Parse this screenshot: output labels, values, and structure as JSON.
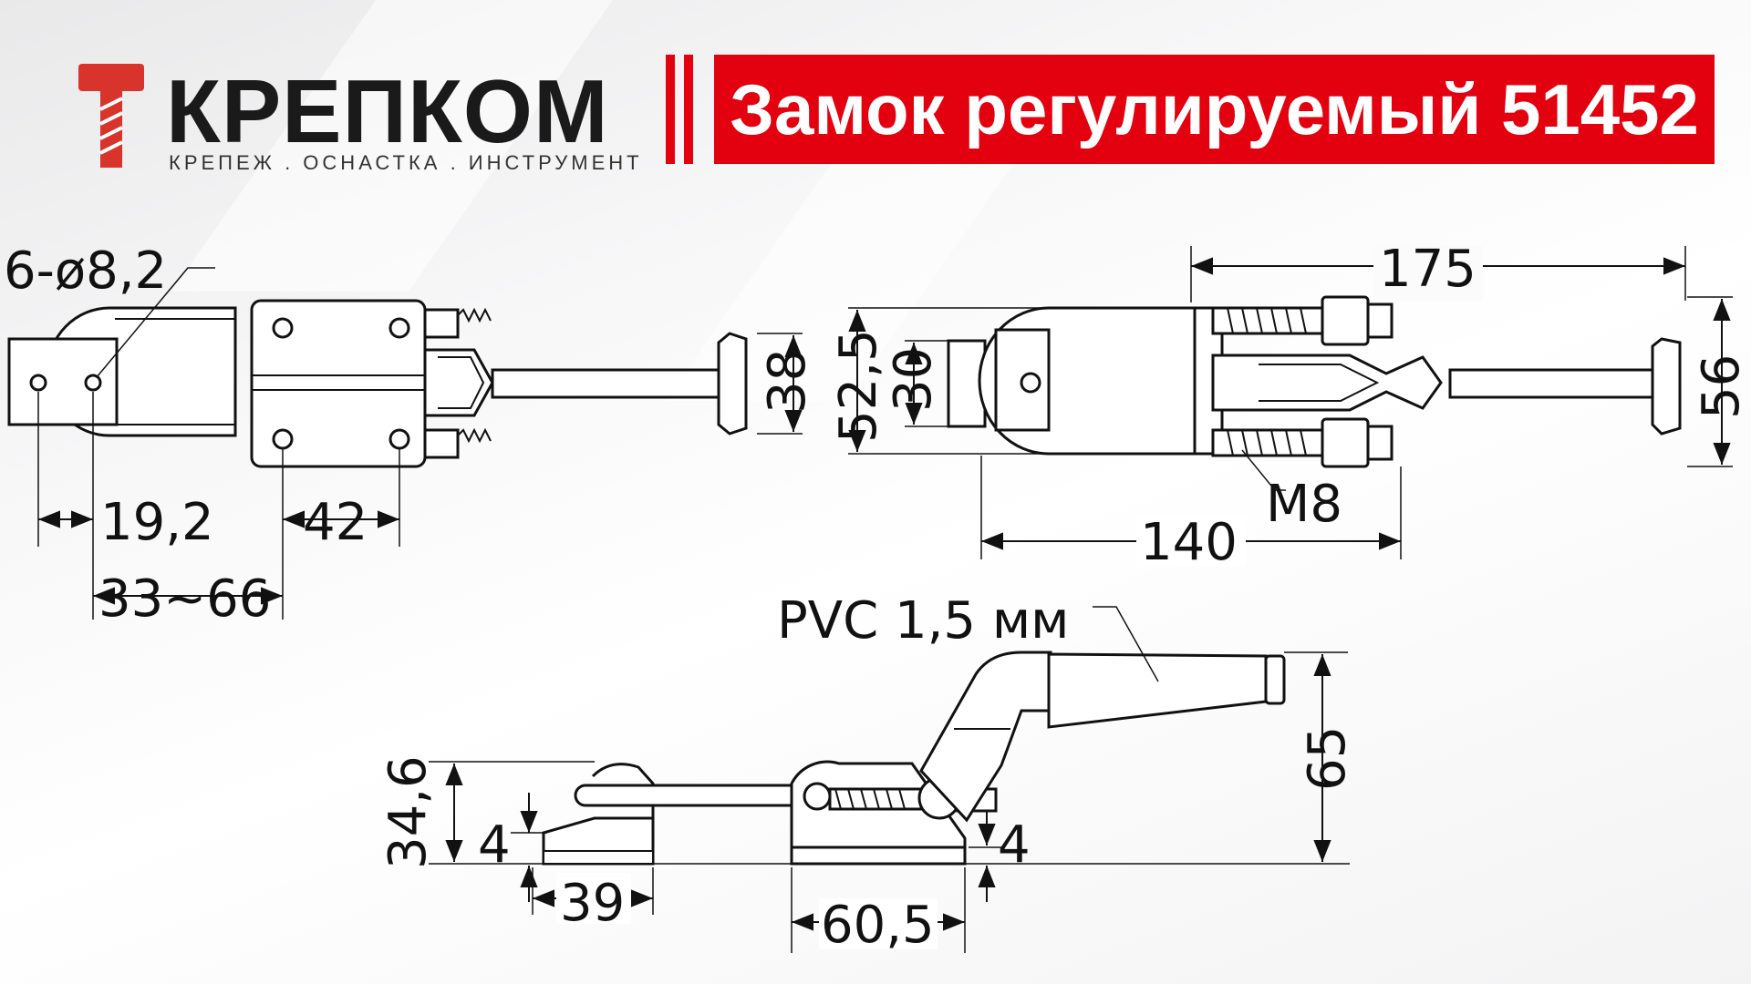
{
  "brand": {
    "name": "КРЕПКОМ",
    "tagline": "КРЕПЕЖ . ОСНАСТКА . ИНСТРУМЕНТ",
    "logo_icon": "bolt-icon",
    "color": "#e3000f"
  },
  "title": "Замок регулируемый 51452",
  "dimensions": {
    "holes": "6-ø8,2",
    "d_38": "38",
    "d_19_2": "19,2",
    "d_42": "42",
    "d_33_66": "33~66",
    "d_175": "175",
    "d_52_5": "52,5",
    "d_30": "30",
    "d_56": "56",
    "m8": "M8",
    "d_140": "140",
    "pvc": "PVC 1,5 мм",
    "d_65": "65",
    "d_34_6": "34,6",
    "d_4_left": "4",
    "d_4_right": "4",
    "d_39": "39",
    "d_60_5": "60,5"
  }
}
